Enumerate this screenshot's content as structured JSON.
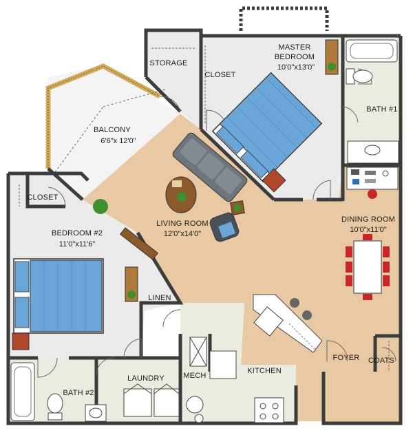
{
  "colors": {
    "wood_floor": "#e9c9a3",
    "tile_floor": "#ecebe0",
    "carpet": "#ebebeb",
    "wall": "#3c3c3c",
    "bed_blue": "#6aa6d8",
    "sofa_gray": "#6f757c",
    "table_brown": "#8b5a2b",
    "chair_red": "#c8262b",
    "plant_green": "#3f8f2f",
    "balcony_rail": "#d2a95a"
  },
  "rooms": {
    "storage": {
      "name": "STORAGE"
    },
    "closet_master": {
      "name": "CLOSET"
    },
    "master_bedroom": {
      "name_line1": "MASTER",
      "name_line2": "BEDROOM",
      "size": "10'0\"x13'0\""
    },
    "bath1": {
      "name": "BATH #1"
    },
    "balcony": {
      "name": "BALCONY",
      "size": "6'6\"x 12'0\""
    },
    "closet_bed2": {
      "name": "CLOSET"
    },
    "bedroom2": {
      "name": "BEDROOM #2",
      "size": "11'0\"x11'6\""
    },
    "living_room": {
      "name": "LIVING ROOM",
      "size": "12'0\"x14'0\""
    },
    "dining_room": {
      "name": "DINING ROOM",
      "size": "10'0\"x11'0\""
    },
    "linen": {
      "name": "LINEN"
    },
    "kitchen": {
      "name": "KITCHEN"
    },
    "foyer": {
      "name": "FOYER"
    },
    "coats": {
      "name": "COATS"
    },
    "mech": {
      "name": "MECH"
    },
    "laundry": {
      "name": "LAUNDRY"
    },
    "bath2": {
      "name": "BATH #2"
    }
  }
}
